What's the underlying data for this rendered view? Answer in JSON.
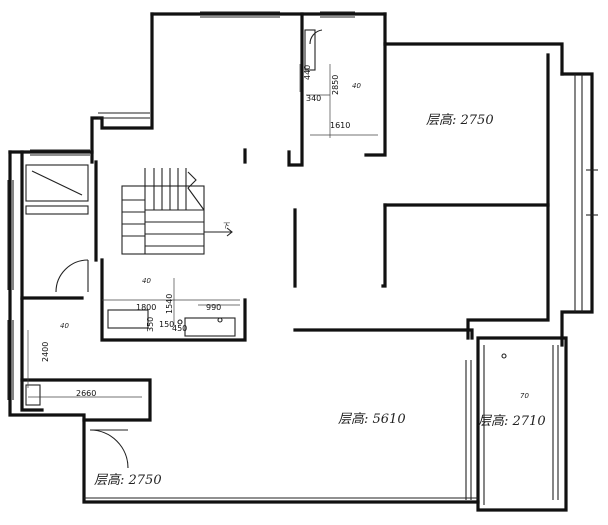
{
  "rooms": {
    "upper_right": "层高: 2750",
    "main_hall": "层高: 5610",
    "balcony": "层高: 2710",
    "lower_left": "层高: 2750"
  },
  "dimensions": {
    "d440": "440",
    "d340": "340",
    "d2850": "2850",
    "d1610": "1610",
    "d1800": "1800",
    "d1540": "1540",
    "d990": "990",
    "d350": "350",
    "d150": "150",
    "d450": "450",
    "d2400": "2400",
    "d2660": "2660"
  },
  "drain_marks": {
    "m1": "40",
    "m2": "40",
    "m3": "40",
    "m4": "70"
  },
  "stair_arrow": "下"
}
